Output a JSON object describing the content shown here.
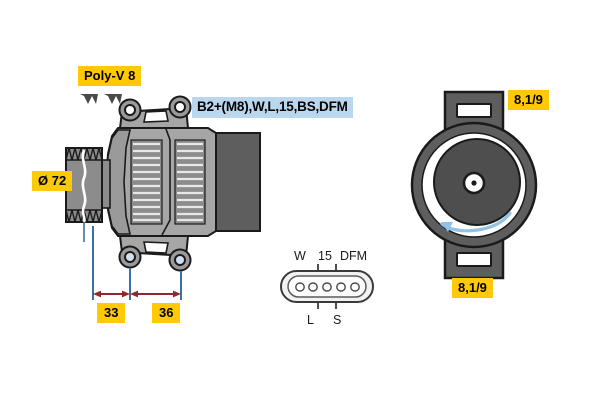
{
  "figure": {
    "kind": "technical-drawing",
    "subject": "alternator",
    "background_color": "#FFFFFF"
  },
  "colors": {
    "callout_yellow": "#FFC907",
    "callout_blue": "#BBD7EE",
    "body_light_gray": "#A6A6A6",
    "body_mid_gray": "#8C8C8C",
    "body_dark_gray": "#575757",
    "outline_black": "#1A1A1A",
    "dimension_line": "#8E2A2A",
    "extension_line": "#3C6FA8",
    "rotation_arrow": "#8FC3E8"
  },
  "callouts": {
    "pulley_type": "Poly-V 8",
    "pulley_diameter": "Ø 72",
    "terminals": "B2+(M8),W,L,15,BS,DFM",
    "mount_top": "8,1/9",
    "mount_bottom": "8,1/9"
  },
  "dimensions": {
    "items": [
      {
        "label": "33",
        "unit": "mm"
      },
      {
        "label": "36",
        "unit": "mm"
      }
    ]
  },
  "connector": {
    "pin_count": 5,
    "labels_top": [
      "W",
      "15",
      "DFM"
    ],
    "labels_bottom": [
      "L",
      "S"
    ]
  },
  "views": {
    "side": "alternator side elevation with Poly-V pulley",
    "end": "alternator drive-end face with mounting brackets"
  }
}
